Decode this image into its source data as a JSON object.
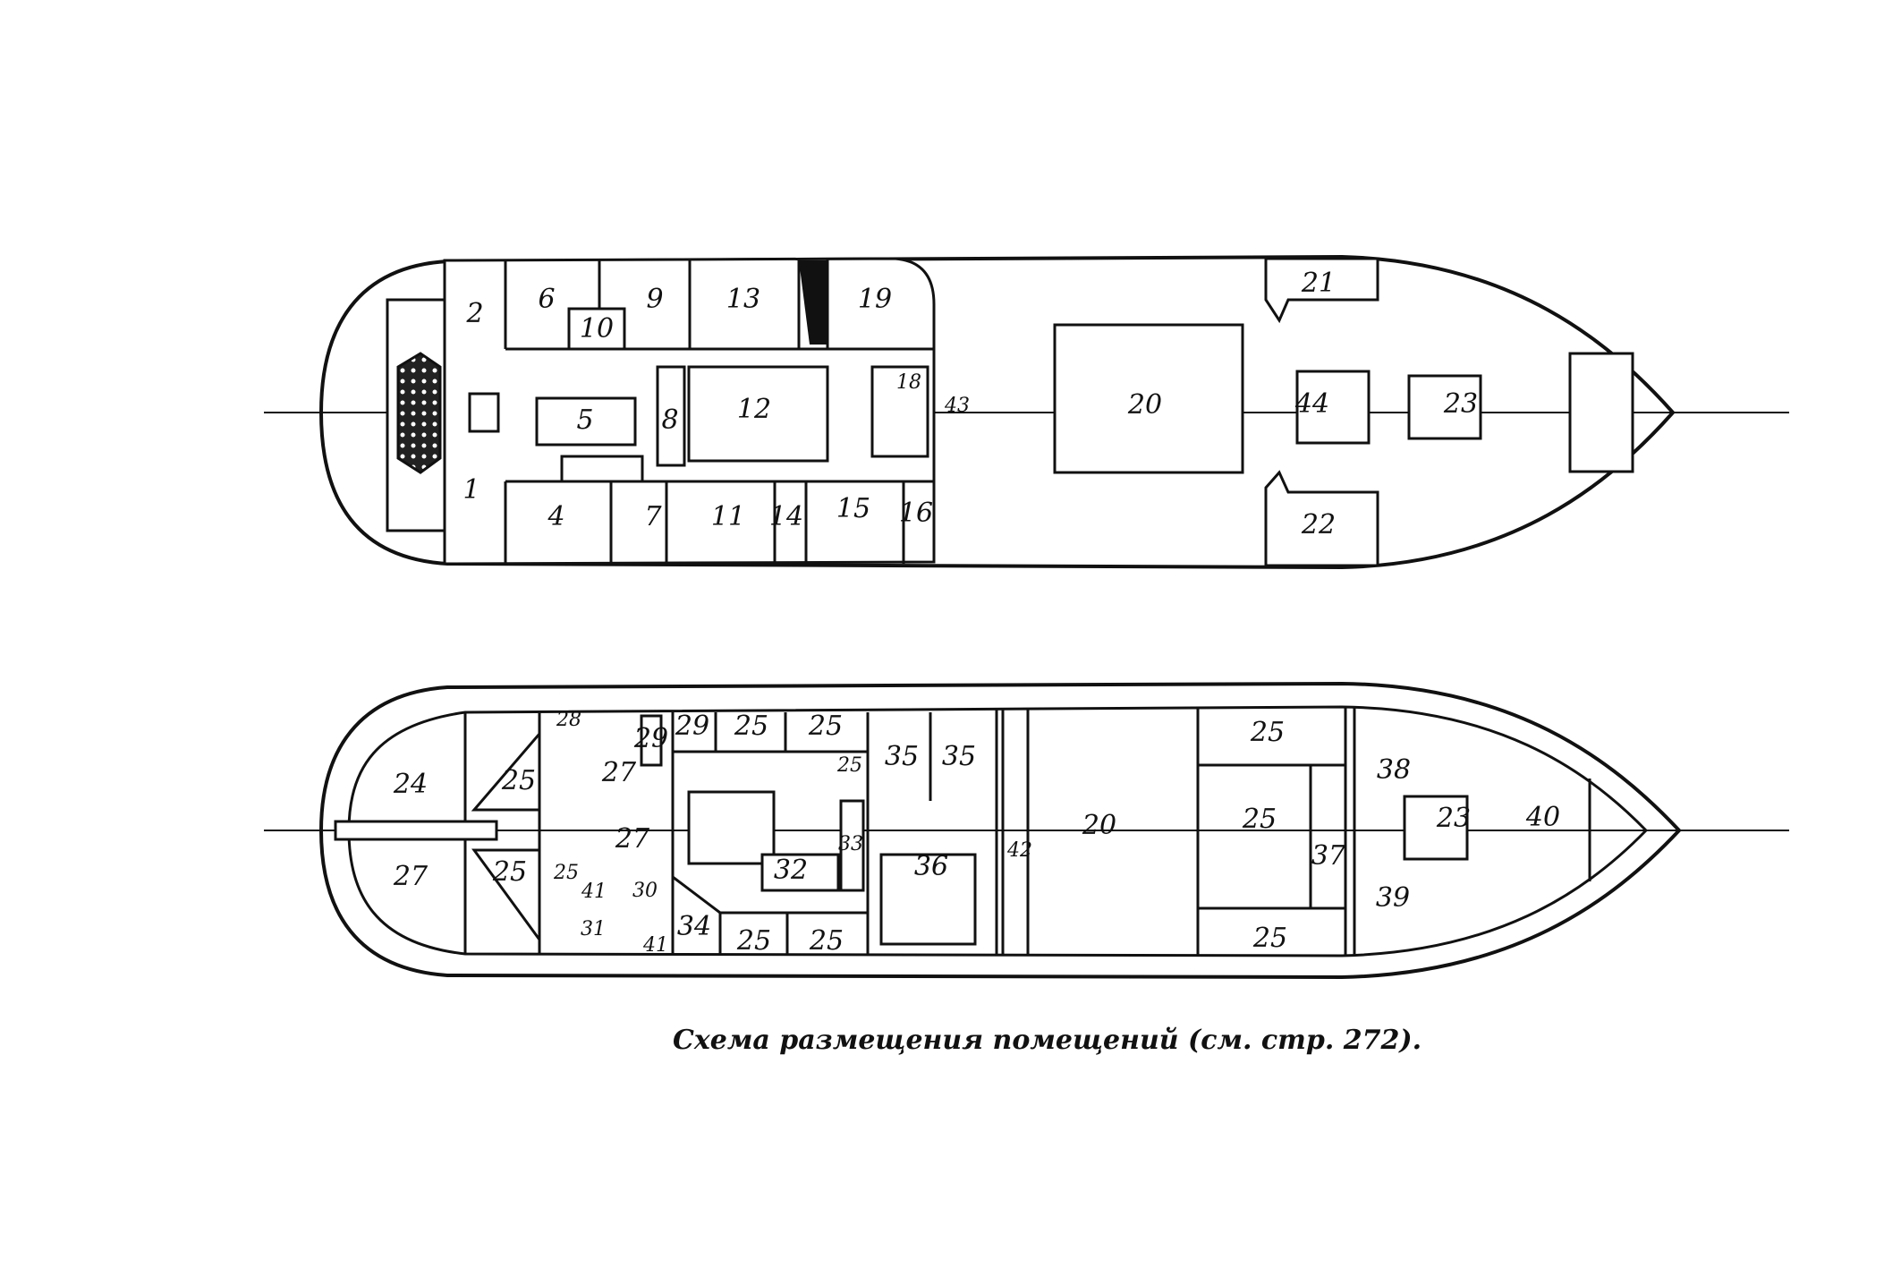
{
  "title": "Схема размещения помещений",
  "caption": "Схема размещения помещений (см. стр. 272).",
  "top_deck": {
    "labels": [
      "1",
      "2",
      "4",
      "5",
      "6",
      "7",
      "8",
      "9",
      "10",
      "11",
      "12",
      "13",
      "14",
      "15",
      "16",
      "18",
      "19",
      "20",
      "21",
      "22",
      "23",
      "44",
      "43"
    ]
  },
  "lower_deck": {
    "labels": [
      "24",
      "27",
      "25",
      "25",
      "28",
      "29",
      "29",
      "25",
      "25",
      "27",
      "27",
      "25",
      "25",
      "35",
      "35",
      "33",
      "32",
      "36",
      "34",
      "25",
      "25",
      "30",
      "31",
      "41",
      "41",
      "42",
      "20",
      "25",
      "25",
      "37",
      "25",
      "38",
      "23",
      "40",
      "39"
    ]
  },
  "colors": {
    "ink": "#111111",
    "paper": "#ffffff"
  }
}
